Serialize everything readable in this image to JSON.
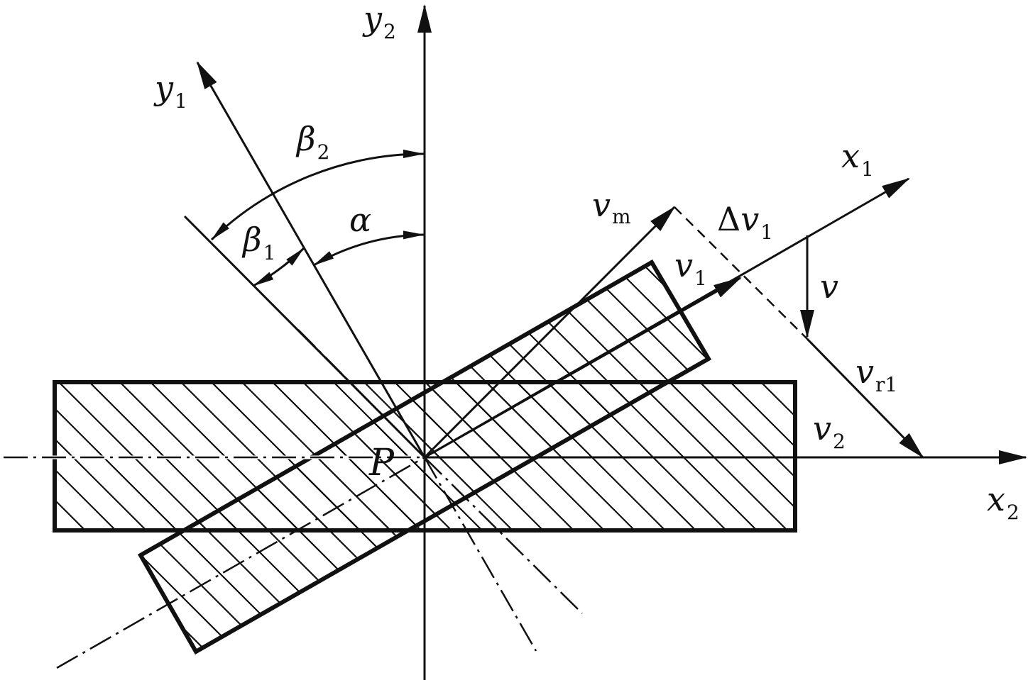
{
  "labels": {
    "y2_main": "y",
    "y2_sub": "2",
    "y1_main": "y",
    "y1_sub": "1",
    "x1_main": "x",
    "x1_sub": "1",
    "x2_main": "x",
    "x2_sub": "2",
    "beta2_main": "β",
    "beta2_sub": "2",
    "beta1_main": "β",
    "beta1_sub": "1",
    "alpha": "α",
    "vm_main": "v",
    "vm_sub": "m",
    "dv1_delta": "Δ",
    "dv1_main": "v",
    "dv1_sub": "1",
    "v1_main": "v",
    "v1_sub": "1",
    "v": "v",
    "vr1_main": "v",
    "vr1_sub": "r1",
    "v2_main": "v",
    "v2_sub": "2",
    "P": "P"
  }
}
